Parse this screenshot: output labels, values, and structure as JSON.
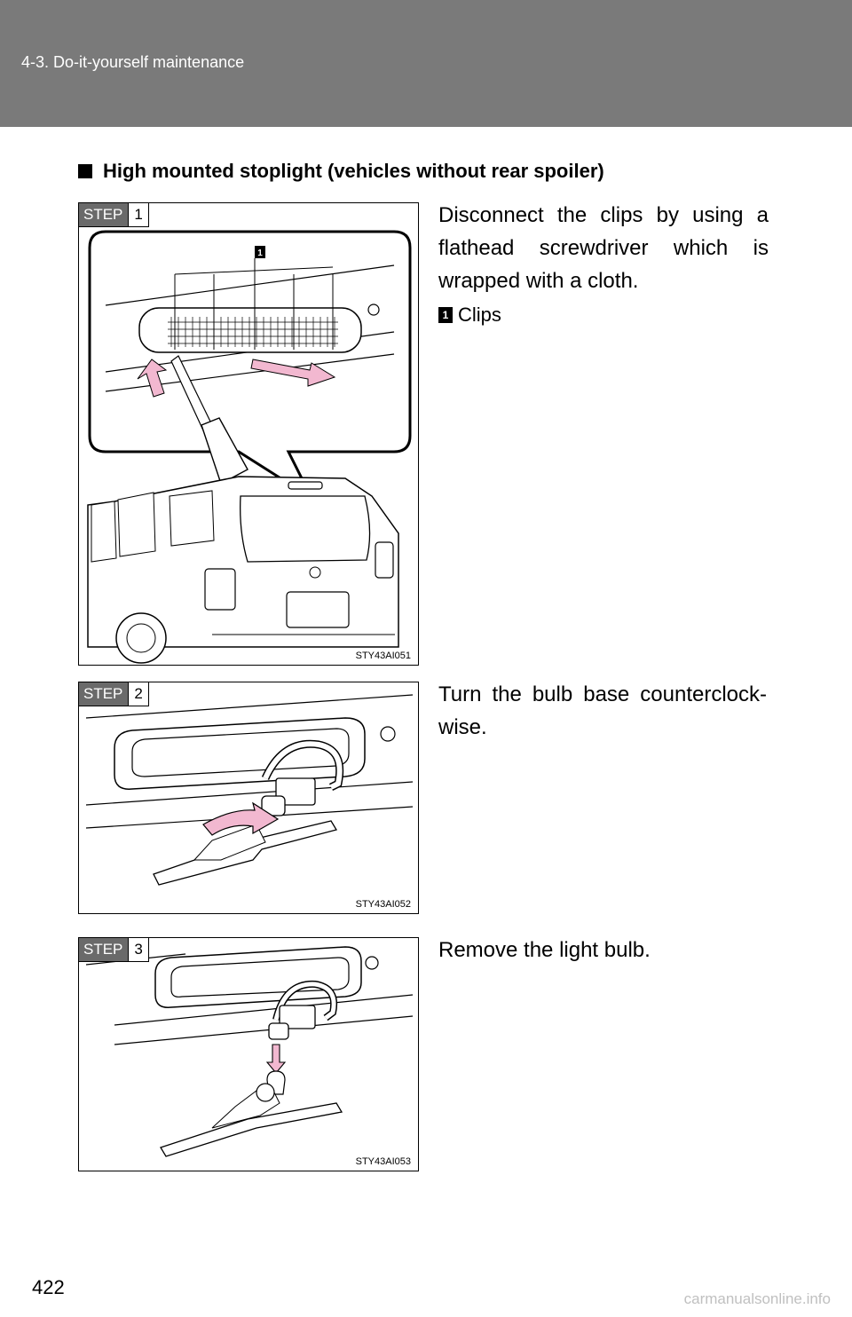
{
  "header": {
    "section": "4-3. Do-it-yourself maintenance"
  },
  "heading": "High mounted stoplight (vehicles without rear spoiler)",
  "steps": [
    {
      "step_word": "STEP",
      "step_number": "1",
      "instruction": "Disconnect the clips by using a flathead screwdriver which is wrapped with a cloth.",
      "figure_code": "STY43AI051",
      "callout": "1",
      "legend": [
        {
          "number": "1",
          "label": "Clips"
        }
      ]
    },
    {
      "step_word": "STEP",
      "step_number": "2",
      "instruction": "Turn the bulb base counterclock-wise.",
      "figure_code": "STY43AI052"
    },
    {
      "step_word": "STEP",
      "step_number": "3",
      "instruction": "Remove the light bulb.",
      "figure_code": "STY43AI053"
    }
  ],
  "footer": {
    "page_number": "422",
    "watermark": "carmanualsonline.info"
  },
  "colors": {
    "header_band": "#7a7a7a",
    "arrow_pink": "#f2b8d0"
  }
}
